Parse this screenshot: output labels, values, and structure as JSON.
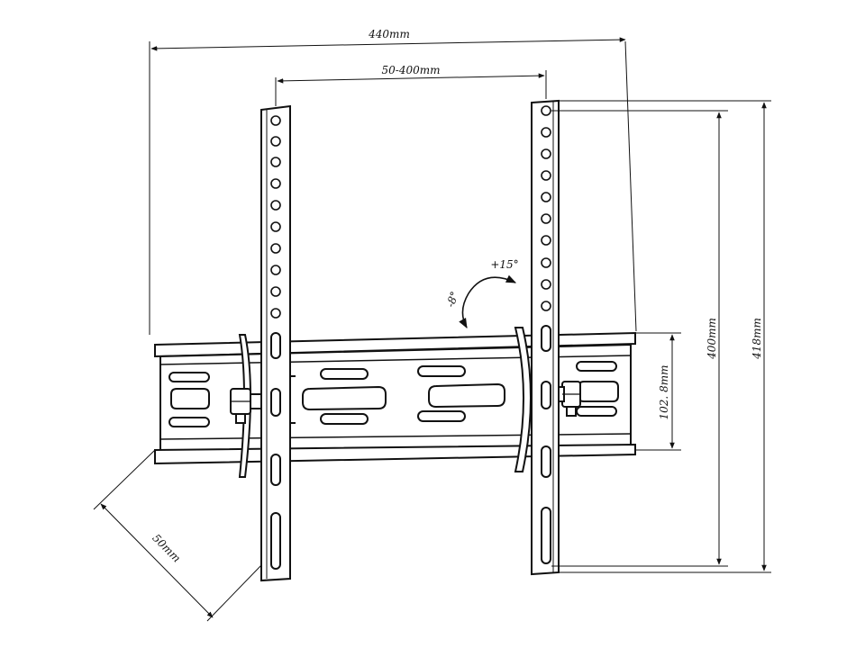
{
  "diagram": {
    "colors": {
      "line": "#111111",
      "fill": "#ffffff",
      "dim": "#222222"
    },
    "dimensions": {
      "overall_width": "440mm",
      "hole_spacing_horizontal": "50-400mm",
      "hole_spacing_vertical": "400mm",
      "overall_height": "418mm",
      "rail_height": "102. 8mm",
      "wall_depth": "50mm"
    },
    "tilt": {
      "up": "+15°",
      "down": "-8°"
    }
  }
}
